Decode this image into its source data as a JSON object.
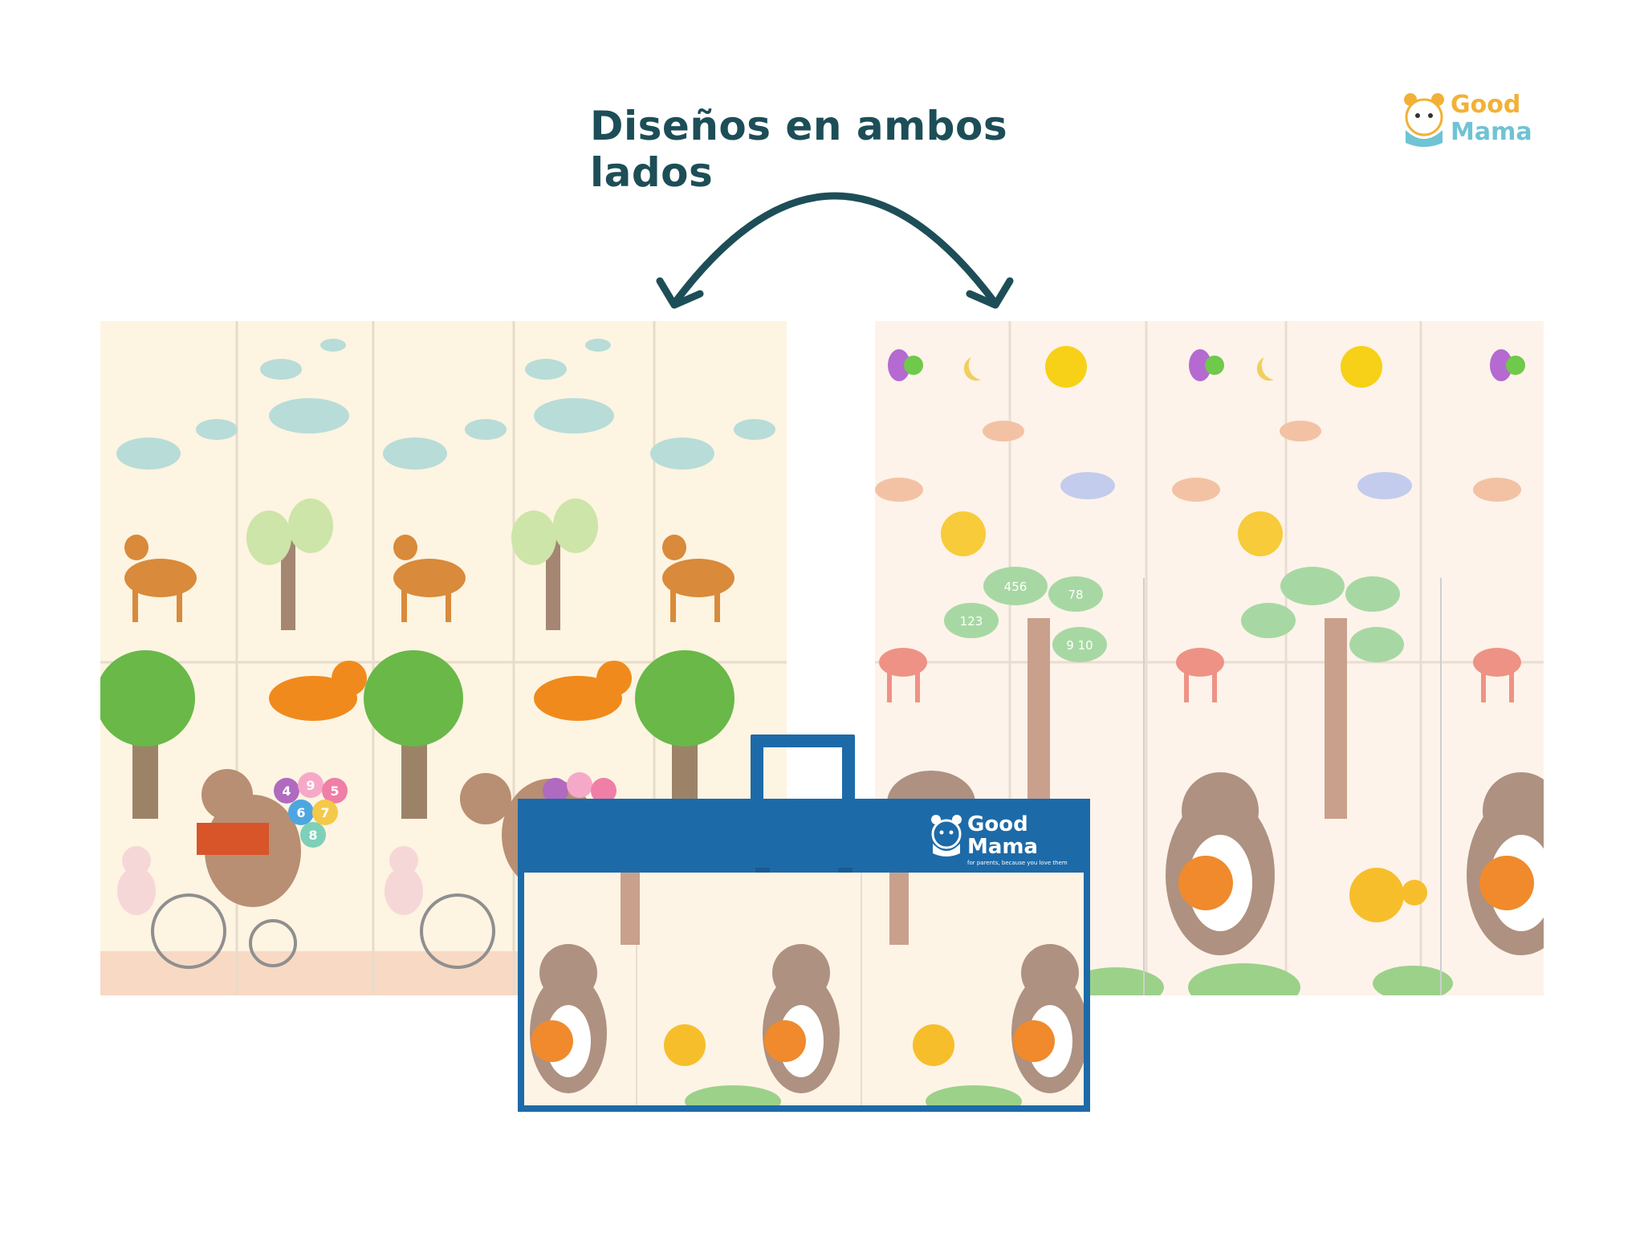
{
  "heading": "Diseños en ambos lados",
  "brand": {
    "line1": "Good",
    "line2": "Mama"
  },
  "bag": {
    "brand_line1": "Good",
    "brand_line2": "Mama",
    "tagline": "for parents, because you love them"
  },
  "mat_b": {
    "cloud_numbers": [
      "456",
      "78",
      "123",
      "9 10"
    ]
  },
  "mat_a": {
    "balloon_numbers": [
      "4",
      "9",
      "5",
      "6",
      "7",
      "8"
    ]
  },
  "colors": {
    "heading": "#1d4e57",
    "arrow": "#1d4e57",
    "bag_blue": "#1d6aa8",
    "logo_yellow": "#f2b136",
    "logo_teal": "#6fc3d4"
  }
}
